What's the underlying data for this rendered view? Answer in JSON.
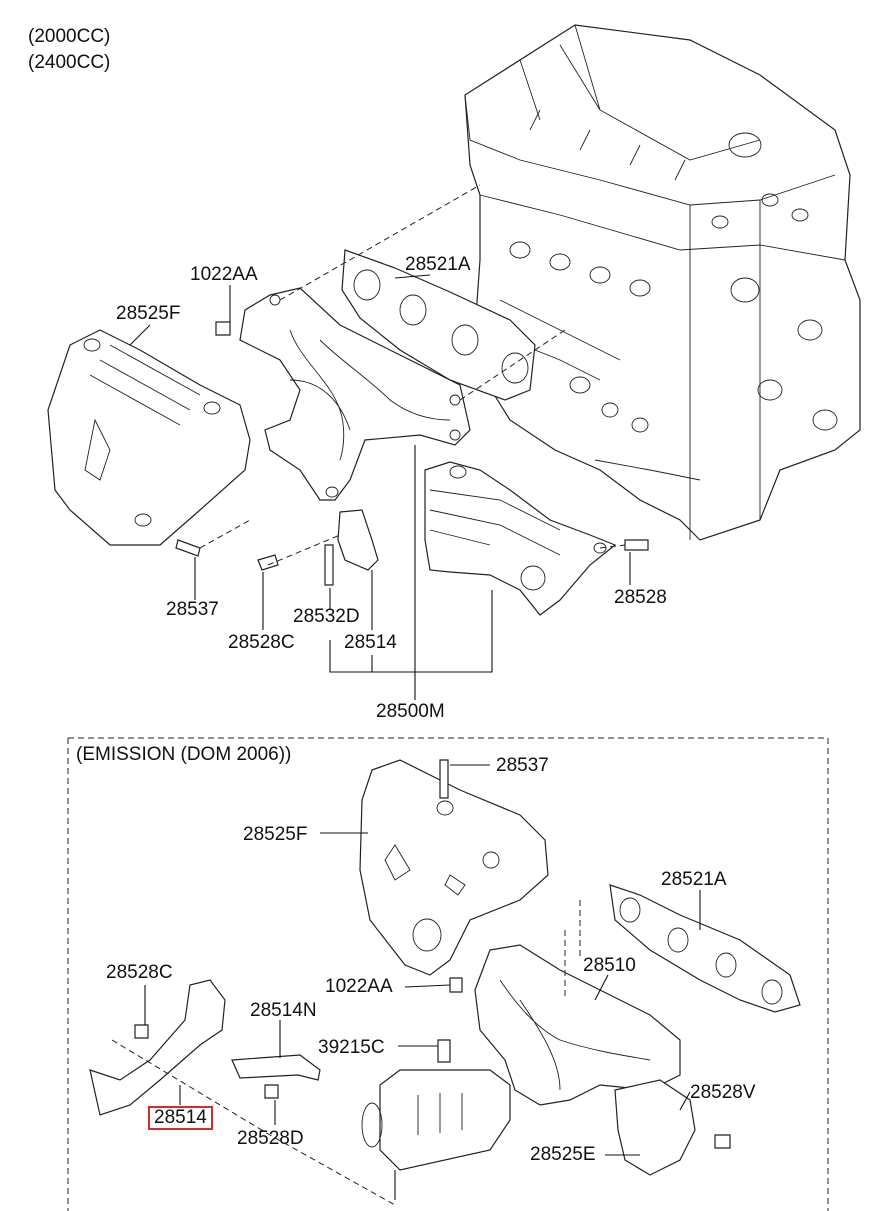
{
  "header": {
    "line1": "(2000CC)",
    "line2": "(2400CC)"
  },
  "section2": {
    "title": "(EMISSION (DOM 2006))"
  },
  "upper_labels": {
    "p1022AA": "1022AA",
    "p28521A": "28521A",
    "p28525F": "28525F",
    "p28537": "28537",
    "p28528C": "28528C",
    "p28532D": "28532D",
    "p28514": "28514",
    "p28528": "28528",
    "p28500M": "28500M"
  },
  "lower_labels": {
    "p28537": "28537",
    "p28525F": "28525F",
    "p28521A": "28521A",
    "p28510": "28510",
    "p1022AA": "1022AA",
    "p28528C": "28528C",
    "p28514N": "28514N",
    "p39215C": "39215C",
    "p28528V": "28528V",
    "p28514": "28514",
    "p28528D": "28528D",
    "p28525E": "28525E"
  },
  "highlight": {
    "color": "#d42b2b",
    "part": "28514"
  }
}
